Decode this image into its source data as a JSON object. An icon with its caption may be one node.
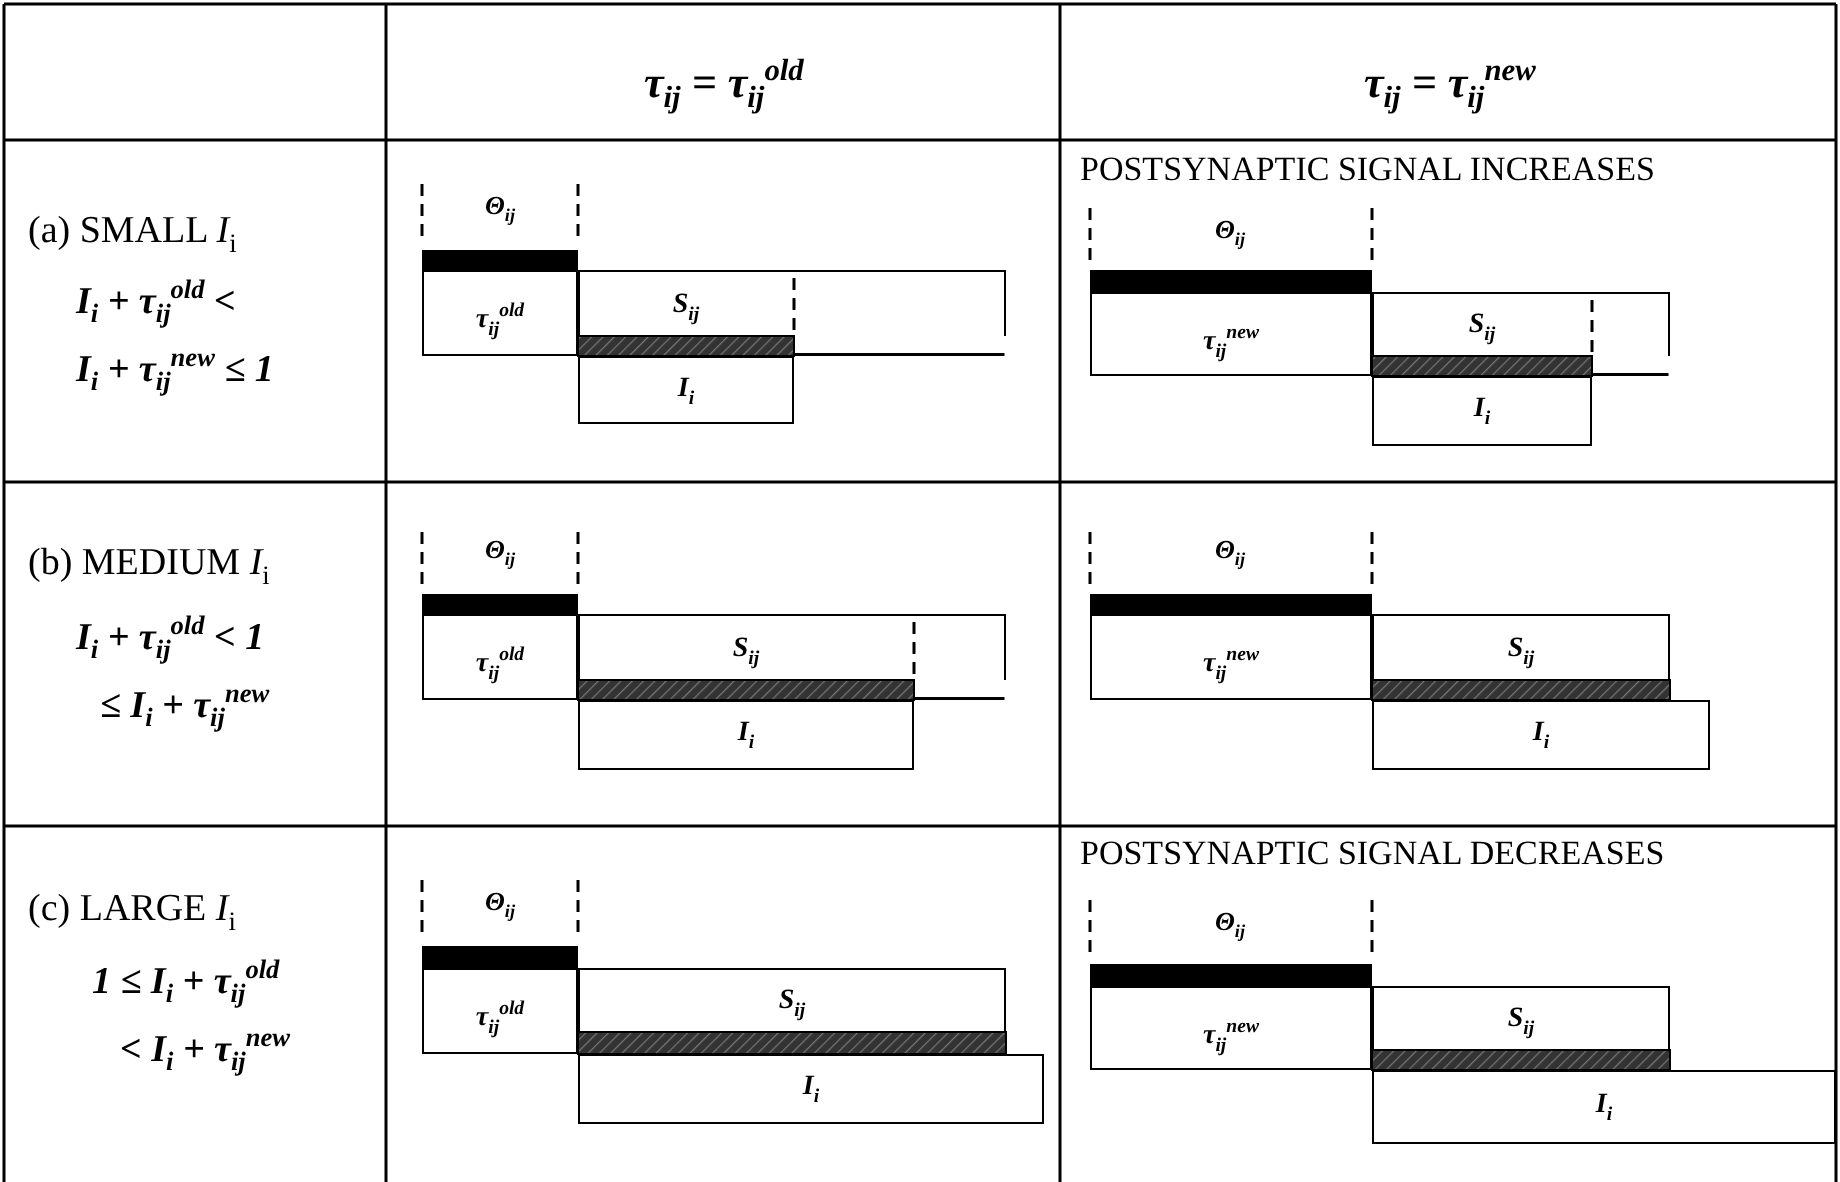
{
  "diagram": {
    "nodes": [
      {
        "text": [
          "τ$_{ij}$$^{old}$"
        ]
      },
      {
        "text": [
          "S$_{ij}$"
        ]
      },
      {
        "text": [
          "I$_{i}$"
        ]
      },
      {
        "text": [
          "τ$_{ij}$$^{new}$"
        ]
      },
      {
        "text": [
          "S$_{ij}$"
        ]
      },
      {
        "text": [
          "I$_{i}$"
        ]
      },
      {
        "text": [
          "τ$_{ij}$$^{old}$"
        ]
      },
      {
        "text": [
          "S$_{ij}$"
        ]
      },
      {
        "text": [
          "I$_{i}$"
        ]
      },
      {
        "text": [
          "τ$_{ij}$$^{new}$"
        ]
      },
      {
        "text": [
          "S$_{ij}$"
        ]
      },
      {
        "text": [
          "I$_{i}$"
        ]
      },
      {
        "text": [
          "τ$_{ij}$$^{old}$"
        ]
      },
      {
        "text": [
          "S$_{ij}$"
        ]
      },
      {
        "text": [
          "I$_{i}$"
        ]
      },
      {
        "text": [
          "τ$_{ij}$$^{new}$"
        ]
      },
      {
        "text": [
          "S$_{ij}$"
        ]
      },
      {
        "text": [
          "I$_{i}$"
        ]
      }
    ],
    "edges": [],
    "labels": [
      "τ$_{ij}$ = τ$_{ij}$$^{old}$",
      "τ$_{ij}$ = τ$_{ij}$$^{new}$",
      "(a) SMALL *I*$_{i}$",
      "I$_{i}$ + τ$_{ij}$$^{old}$ <",
      "I$_{i}$ + τ$_{ij}$$^{new}$ ≤ 1",
      "Θ$_{ij}$",
      "POSTSYNAPTIC SIGNAL INCREASES",
      "Θ$_{ij}$",
      "(b) MEDIUM *I*$_{i}$",
      "I$_{i}$ + τ$_{ij}$$^{old}$ < 1",
      "≤ I$_{i}$ + τ$_{ij}$$^{new}$",
      "Θ$_{ij}$",
      "Θ$_{ij}$",
      "(c) LARGE *I*$_{i}$",
      "1 ≤ I$_{i}$ + τ$_{ij}$$^{old}$",
      "< I$_{i}$ + τ$_{ij}$$^{new}$",
      "POSTSYNAPTIC SIGNAL DECREASES",
      "Θ$_{ij}$",
      "Θ$_{ij}$"
    ]
  }
}
